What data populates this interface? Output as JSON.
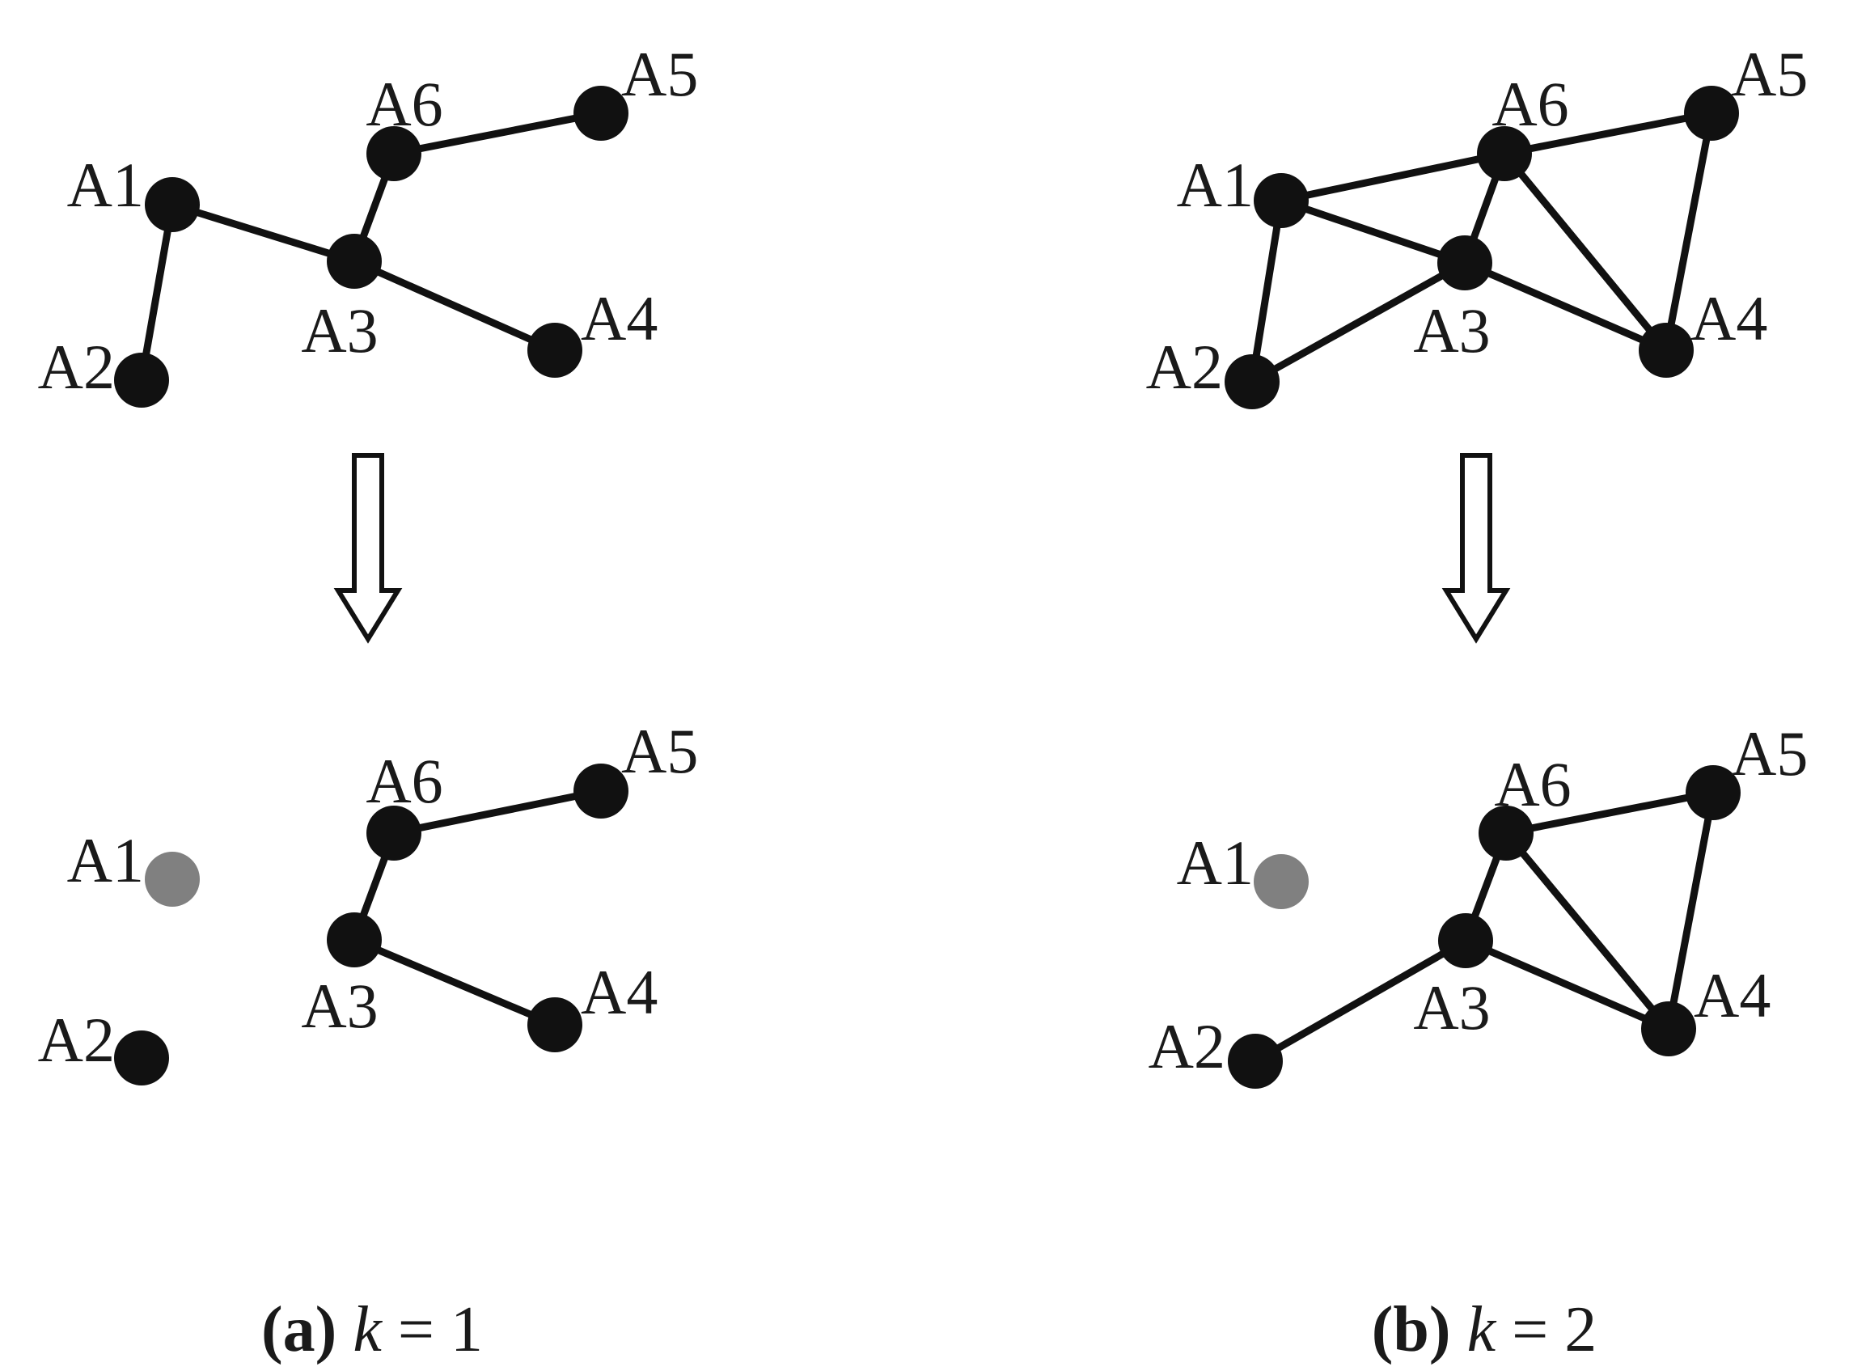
{
  "colors": {
    "active_node": "#111111",
    "removed_node": "#808080",
    "edge": "#111111"
  },
  "panels": [
    {
      "id": "a",
      "caption": {
        "tag": "(a)",
        "var": "k",
        "rest": " = 1"
      },
      "before": {
        "nodes": [
          {
            "id": "A1",
            "label": "A1",
            "state": "active"
          },
          {
            "id": "A2",
            "label": "A2",
            "state": "active"
          },
          {
            "id": "A3",
            "label": "A3",
            "state": "active"
          },
          {
            "id": "A4",
            "label": "A4",
            "state": "active"
          },
          {
            "id": "A5",
            "label": "A5",
            "state": "active"
          },
          {
            "id": "A6",
            "label": "A6",
            "state": "active"
          }
        ],
        "edges": [
          [
            "A1",
            "A2"
          ],
          [
            "A1",
            "A3"
          ],
          [
            "A3",
            "A6"
          ],
          [
            "A6",
            "A5"
          ],
          [
            "A3",
            "A4"
          ]
        ]
      },
      "after": {
        "nodes": [
          {
            "id": "A1",
            "label": "A1",
            "state": "removed"
          },
          {
            "id": "A2",
            "label": "A2",
            "state": "active"
          },
          {
            "id": "A3",
            "label": "A3",
            "state": "active"
          },
          {
            "id": "A4",
            "label": "A4",
            "state": "active"
          },
          {
            "id": "A5",
            "label": "A5",
            "state": "active"
          },
          {
            "id": "A6",
            "label": "A6",
            "state": "active"
          }
        ],
        "edges": [
          [
            "A3",
            "A6"
          ],
          [
            "A6",
            "A5"
          ],
          [
            "A3",
            "A4"
          ]
        ]
      }
    },
    {
      "id": "b",
      "caption": {
        "tag": "(b)",
        "var": "k",
        "rest": " = 2"
      },
      "before": {
        "nodes": [
          {
            "id": "A1",
            "label": "A1",
            "state": "active"
          },
          {
            "id": "A2",
            "label": "A2",
            "state": "active"
          },
          {
            "id": "A3",
            "label": "A3",
            "state": "active"
          },
          {
            "id": "A4",
            "label": "A4",
            "state": "active"
          },
          {
            "id": "A5",
            "label": "A5",
            "state": "active"
          },
          {
            "id": "A6",
            "label": "A6",
            "state": "active"
          }
        ],
        "edges": [
          [
            "A1",
            "A2"
          ],
          [
            "A1",
            "A3"
          ],
          [
            "A1",
            "A6"
          ],
          [
            "A3",
            "A6"
          ],
          [
            "A6",
            "A5"
          ],
          [
            "A3",
            "A4"
          ],
          [
            "A6",
            "A4"
          ],
          [
            "A5",
            "A4"
          ],
          [
            "A2",
            "A3"
          ]
        ]
      },
      "after": {
        "nodes": [
          {
            "id": "A1",
            "label": "A1",
            "state": "removed"
          },
          {
            "id": "A2",
            "label": "A2",
            "state": "active"
          },
          {
            "id": "A3",
            "label": "A3",
            "state": "active"
          },
          {
            "id": "A4",
            "label": "A4",
            "state": "active"
          },
          {
            "id": "A5",
            "label": "A5",
            "state": "active"
          },
          {
            "id": "A6",
            "label": "A6",
            "state": "active"
          }
        ],
        "edges": [
          [
            "A2",
            "A3"
          ],
          [
            "A3",
            "A6"
          ],
          [
            "A6",
            "A5"
          ],
          [
            "A3",
            "A4"
          ],
          [
            "A6",
            "A4"
          ],
          [
            "A5",
            "A4"
          ]
        ]
      }
    }
  ]
}
